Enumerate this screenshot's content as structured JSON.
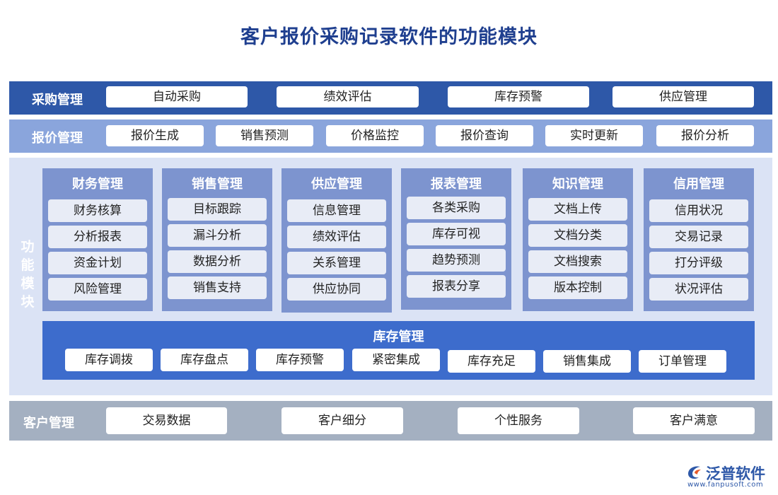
{
  "title": "客户报价采购记录软件的功能模块",
  "purchase": {
    "label": "采购管理",
    "items": [
      "自动采购",
      "绩效评估",
      "库存预警",
      "供应管理"
    ]
  },
  "quote": {
    "label": "报价管理",
    "items": [
      "报价生成",
      "销售预测",
      "价格监控",
      "报价查询",
      "实时更新",
      "报价分析"
    ]
  },
  "functional": {
    "label": "功能模块",
    "label_chars": [
      "功",
      "能",
      "模",
      "块"
    ],
    "columns": [
      {
        "title": "财务管理",
        "items": [
          "财务核算",
          "分析报表",
          "资金计划",
          "风险管理"
        ]
      },
      {
        "title": "销售管理",
        "items": [
          "目标跟踪",
          "漏斗分析",
          "数据分析",
          "销售支持"
        ]
      },
      {
        "title": "供应管理",
        "items": [
          "信息管理",
          "绩效评估",
          "关系管理",
          "供应协同"
        ]
      },
      {
        "title": "报表管理",
        "items": [
          "各类采购",
          "库存可视",
          "趋势预测",
          "报表分享"
        ]
      },
      {
        "title": "知识管理",
        "items": [
          "文档上传",
          "文档分类",
          "文档搜索",
          "版本控制"
        ]
      },
      {
        "title": "信用管理",
        "items": [
          "信用状况",
          "交易记录",
          "打分评级",
          "状况评估"
        ]
      }
    ],
    "inventory": {
      "title": "库存管理",
      "items": [
        "库存调拨",
        "库存盘点",
        "库存预警",
        "紧密集成",
        "库存充足",
        "销售集成",
        "订单管理"
      ]
    }
  },
  "customer": {
    "label": "客户管理",
    "items": [
      "交易数据",
      "客户细分",
      "个性服务",
      "客户满意"
    ]
  },
  "logo": {
    "name": "泛普软件",
    "url": "www.fanpusoft.com",
    "icon": "fanpu-logo-icon"
  },
  "colors": {
    "title": "#1f3f8f",
    "purchase_band": "#2e58a8",
    "quote_band": "#8aa5dc",
    "func_band": "#dbe3f5",
    "column": "#7d94cf",
    "inventory": "#3d6ccc",
    "customer_band": "#a4b0c1"
  }
}
